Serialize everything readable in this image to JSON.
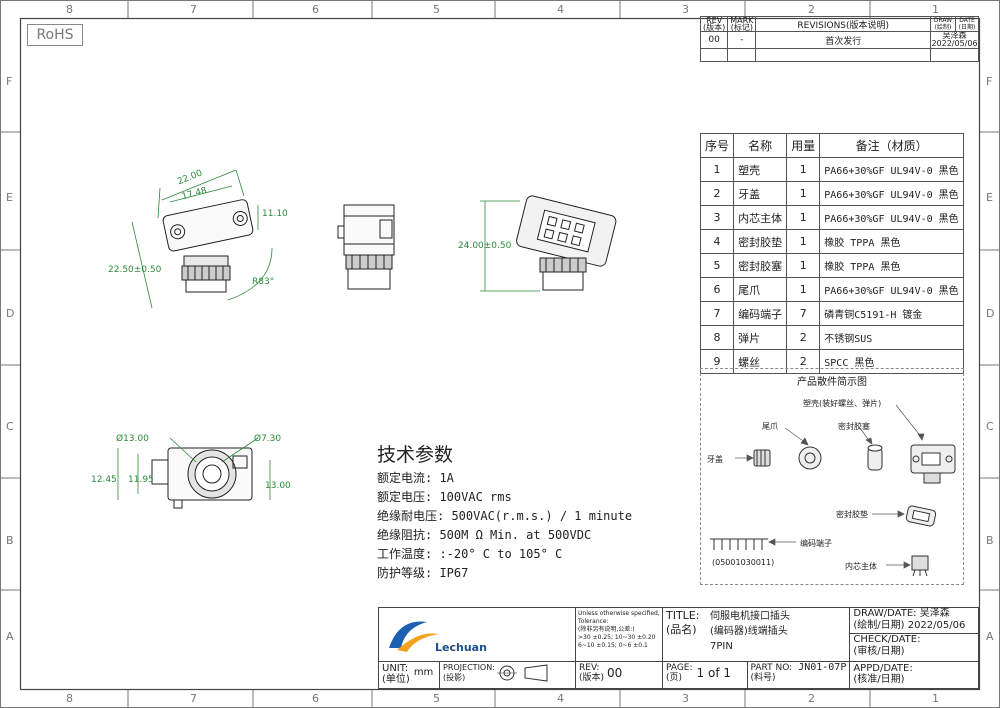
{
  "border": {
    "columns": [
      "8",
      "7",
      "6",
      "5",
      "4",
      "3",
      "2",
      "1"
    ],
    "rows": [
      "F",
      "E",
      "D",
      "C",
      "B",
      "A"
    ]
  },
  "rohs": "RoHS",
  "revisions": {
    "col_rev": "REV\n(版本)",
    "col_mark": "MARK\n(标记)",
    "col_title": "REVISIONS(版本说明)",
    "col_draw": "DRAW\n(绘制)",
    "col_date": "DATE\n(日期)",
    "row": {
      "rev": "00",
      "mark": "-",
      "desc": "首次发行",
      "drawer": "吴泽森",
      "date": "2022/05/06"
    }
  },
  "parts_table": {
    "headers": [
      "序号",
      "名称",
      "用量",
      "备注（材质）"
    ],
    "rows": [
      [
        "1",
        "塑壳",
        "1",
        "PA66+30%GF UL94V-0 黑色"
      ],
      [
        "2",
        "牙盖",
        "1",
        "PA66+30%GF UL94V-0 黑色"
      ],
      [
        "3",
        "内芯主体",
        "1",
        "PA66+30%GF UL94V-0 黑色"
      ],
      [
        "4",
        "密封胶垫",
        "1",
        "橡胶 TPPA 黑色"
      ],
      [
        "5",
        "密封胶塞",
        "1",
        "橡胶 TPPA 黑色"
      ],
      [
        "6",
        "尾爪",
        "1",
        "PA66+30%GF UL94V-0 黑色"
      ],
      [
        "7",
        "编码端子",
        "7",
        "磷青铜C5191-H 镀金"
      ],
      [
        "8",
        "弹片",
        "2",
        "不锈钢SUS"
      ],
      [
        "9",
        "螺丝",
        "2",
        "SPCC 黑色"
      ]
    ]
  },
  "exploded": {
    "title": "产品散件简示图",
    "labels": {
      "shell": "塑壳(装好螺丝、弹片)",
      "claw": "尾爪",
      "plug": "密封胶塞",
      "cap": "牙盖",
      "gasket": "密封胶垫",
      "terminal": "编码端子",
      "terminal_pn": "(05001030011)",
      "core": "内芯主体"
    }
  },
  "dimensions": {
    "d1": "22.00",
    "d2": "17.48",
    "d3": "11.10",
    "d4": "22.50±0.50",
    "d5": "R83°",
    "d6": "24.00±0.50",
    "d7": "Ø13.00",
    "d8": "Ø7.30",
    "d9": "12.45",
    "d10": "11.95",
    "d11": "13.00"
  },
  "tech": {
    "title": "技术参数",
    "lines": [
      "额定电流: 1A",
      "额定电压: 100VAC rms",
      "绝缘耐电压: 500VAC(r.m.s.) / 1 minute",
      "绝缘阻抗: 500M Ω Min. at 500VDC",
      "工作温度: :-20° C to 105° C",
      "防护等级: IP67"
    ]
  },
  "title_block": {
    "logo_text": "Lechuan",
    "tolerance_lines": [
      "Unless otherwise specified,",
      "Tolerance:",
      "(除非另有说明,公差:)",
      ">30 ±0.25; 10~30 ±0.20",
      "6~10 ±0.15; 0~6 ±0.1"
    ],
    "title_label": "TITLE:",
    "title_label_cn": "(品名)",
    "title_lines": [
      "伺服电机接口插头",
      "(编码器)线端插头",
      "7PIN"
    ],
    "draw_label": "DRAW/DATE:",
    "draw_label_cn": "(绘制/日期)",
    "draw_name": "吴泽森",
    "draw_date": "2022/05/06",
    "check_label": "CHECK/DATE:",
    "check_label_cn": "(审核/日期)",
    "unit_label": "UNIT:",
    "unit_label_cn": "(单位)",
    "unit_value": "mm",
    "projection_label": "PROJECTION:",
    "projection_label_cn": "(投影)",
    "rev_label": "REV:",
    "rev_label_cn": "(版本)",
    "rev_value": "00",
    "page_label": "PAGE:",
    "page_label_cn": "(页)",
    "page_value": "1 of 1",
    "partno_label": "PART NO:",
    "partno_label_cn": "(料号)",
    "partno_value": "JN01-07P",
    "appd_label": "APPD/DATE:",
    "appd_label_cn": "(核准/日期)"
  }
}
